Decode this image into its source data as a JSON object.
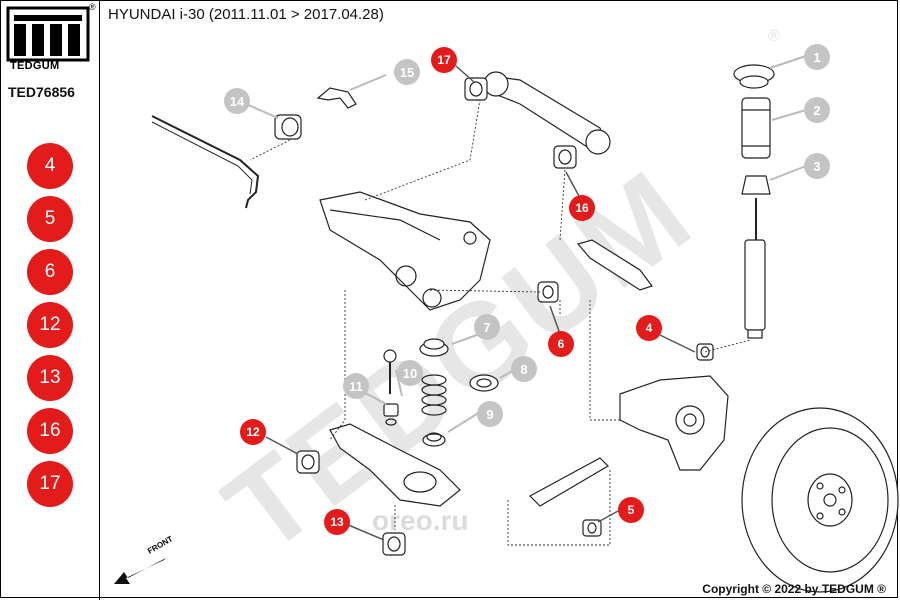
{
  "brand": {
    "name": "TEDGUM",
    "registered": "®"
  },
  "part_number": "TED76856",
  "title": "HYUNDAI i-30 (2011.11.01 > 2017.04.28)",
  "sidebar_badges": [
    "4",
    "5",
    "6",
    "12",
    "13",
    "16",
    "17"
  ],
  "callouts": {
    "c1": "1",
    "c2": "2",
    "c3": "3",
    "c4": "4",
    "c5": "5",
    "c6": "6",
    "c7": "7",
    "c8": "8",
    "c9": "9",
    "c10": "10",
    "c11": "11",
    "c12": "12",
    "c13": "13",
    "c14": "14",
    "c15": "15",
    "c16": "16",
    "c17": "17"
  },
  "watermark": "TEDGUM",
  "site_watermark": "oreo.ru",
  "front_label": "FRONT",
  "copyright": "Copyright © 2022 by TEDGUM ®",
  "colors": {
    "accent_red": "#e31b1b",
    "callout_grey": "#c4c4c4",
    "watermark": "#e6e6e6"
  }
}
